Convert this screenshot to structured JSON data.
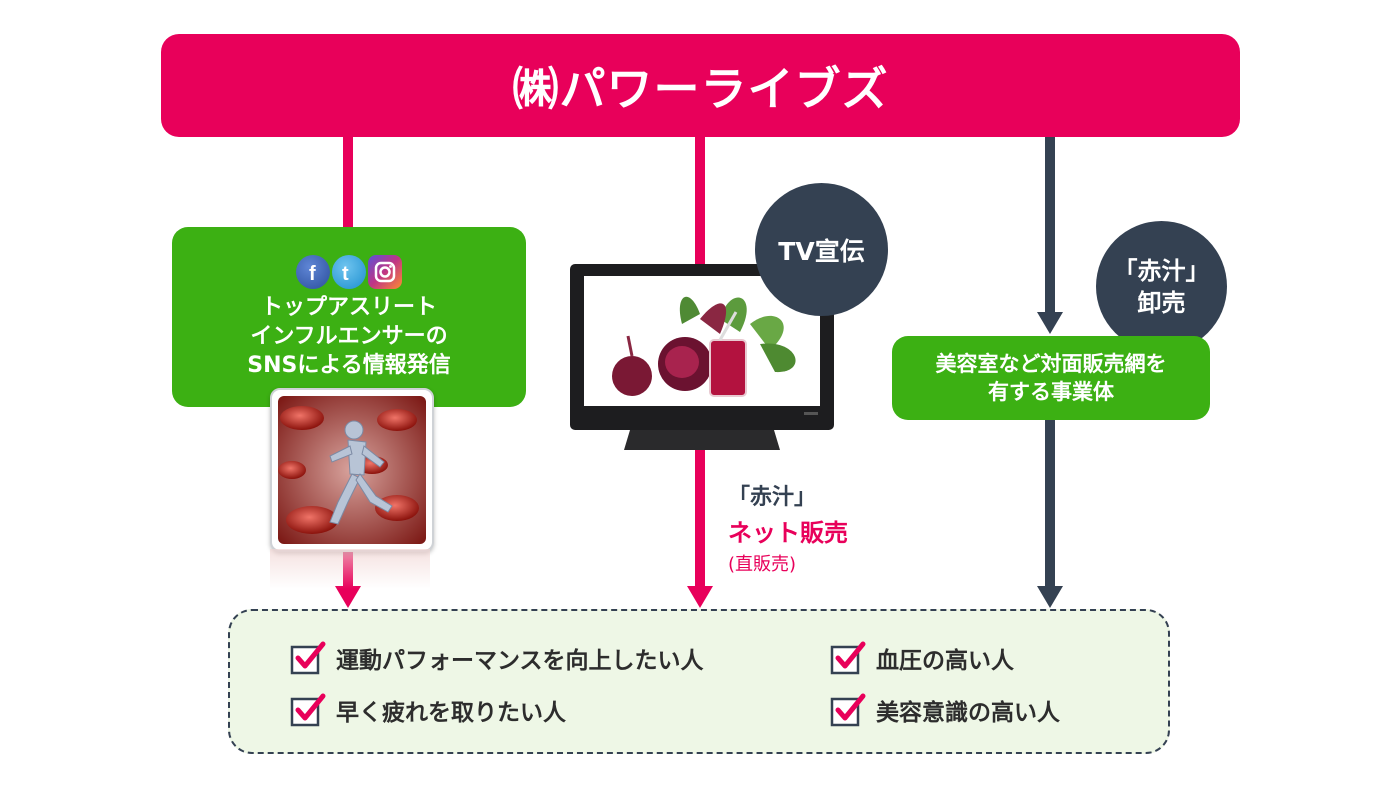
{
  "banner": {
    "title": "㈱パワーライブズ"
  },
  "sns_box": {
    "icons": [
      "facebook-icon",
      "twitter-icon",
      "instagram-icon"
    ],
    "lines": [
      "トップアスリート",
      "インフルエンサーの",
      "SNSによる情報発信"
    ]
  },
  "tv_ad": {
    "label": "TV宣伝"
  },
  "wholesale": {
    "line1": "「赤汁」",
    "line2": "卸売"
  },
  "salon_box": {
    "line1": "美容室など対面販売網を",
    "line2": "有する事業体"
  },
  "net_sales": {
    "line1": "「赤汁」",
    "line2": "ネット販売",
    "line3": "(直販売)"
  },
  "targets": {
    "items": [
      "運動パフォーマンスを向上したい人",
      "早く疲れを取りたい人",
      "血圧の高い人",
      "美容意識の高い人"
    ]
  },
  "colors": {
    "pink": "#e8005a",
    "navy": "#344152",
    "green": "#3cb013",
    "target_bg": "#eef7e6"
  }
}
